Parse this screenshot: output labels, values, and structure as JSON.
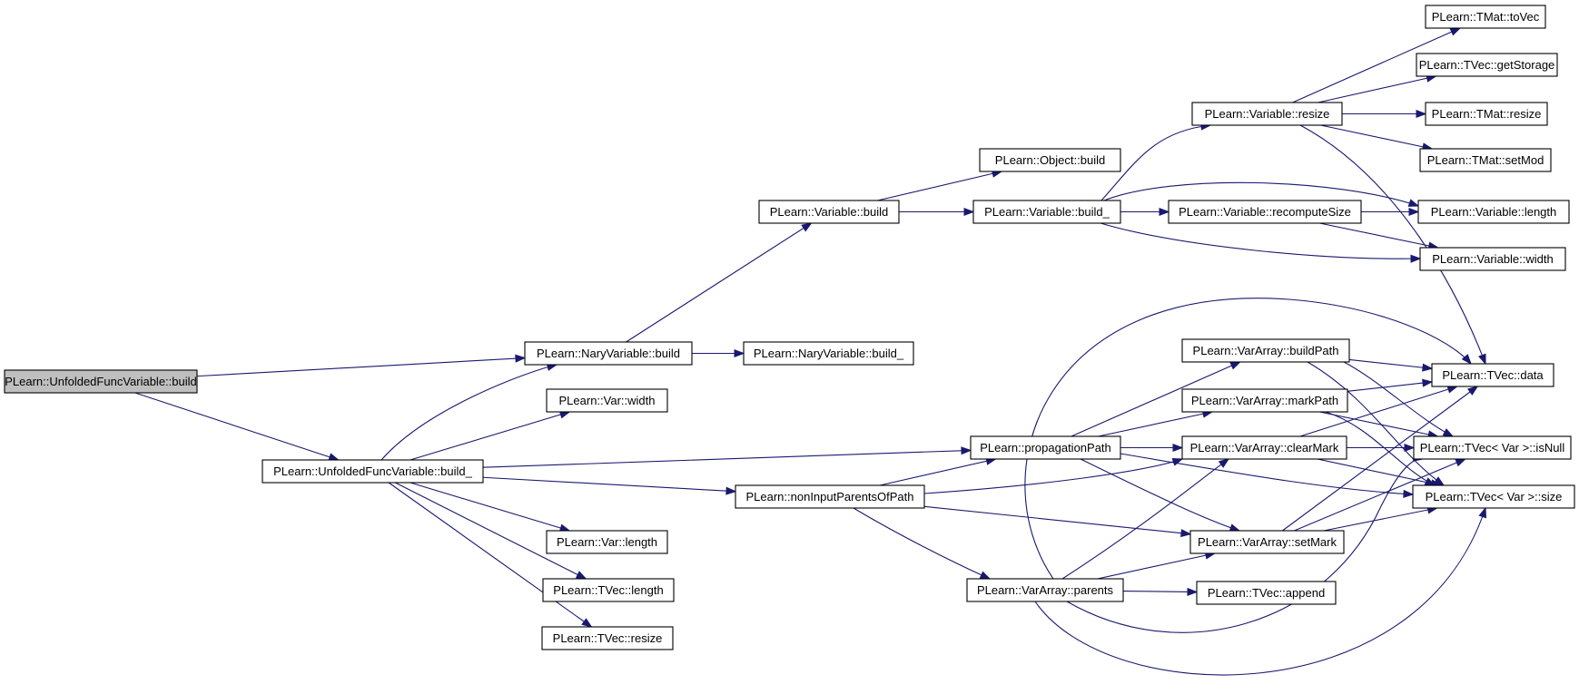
{
  "diagram": {
    "type": "call-graph",
    "colors": {
      "edge": "#191970",
      "node_border": "#000000",
      "node_fill": "#ffffff",
      "root_fill": "#bfbfbf"
    },
    "nodes": [
      {
        "id": "root",
        "label": "PLearn::UnfoldedFuncVariable::build",
        "root": true
      },
      {
        "id": "nary_build",
        "label": "PLearn::NaryVariable::build"
      },
      {
        "id": "ufv_build_",
        "label": "PLearn::UnfoldedFuncVariable::build_"
      },
      {
        "id": "var_build",
        "label": "PLearn::Variable::build"
      },
      {
        "id": "nary_build_",
        "label": "PLearn::NaryVariable::build_"
      },
      {
        "id": "object_build",
        "label": "PLearn::Object::build"
      },
      {
        "id": "variable_build_",
        "label": "PLearn::Variable::build_"
      },
      {
        "id": "variable_resize",
        "label": "PLearn::Variable::resize"
      },
      {
        "id": "recompute_size",
        "label": "PLearn::Variable::recomputeSize"
      },
      {
        "id": "tmat_tovec",
        "label": "PLearn::TMat::toVec"
      },
      {
        "id": "tvec_getstorage",
        "label": "PLearn::TVec::getStorage"
      },
      {
        "id": "tmat_resize",
        "label": "PLearn::TMat::resize"
      },
      {
        "id": "tmat_setmod",
        "label": "PLearn::TMat::setMod"
      },
      {
        "id": "variable_length",
        "label": "PLearn::Variable::length"
      },
      {
        "id": "variable_width",
        "label": "PLearn::Variable::width"
      },
      {
        "id": "var_width",
        "label": "PLearn::Var::width"
      },
      {
        "id": "var_length",
        "label": "PLearn::Var::length"
      },
      {
        "id": "tvec_length",
        "label": "PLearn::TVec::length"
      },
      {
        "id": "tvec_resize",
        "label": "PLearn::TVec::resize"
      },
      {
        "id": "prop_path",
        "label": "PLearn::propagationPath"
      },
      {
        "id": "non_input",
        "label": "PLearn::nonInputParentsOfPath"
      },
      {
        "id": "va_parents",
        "label": "PLearn::VarArray::parents"
      },
      {
        "id": "va_buildpath",
        "label": "PLearn::VarArray::buildPath"
      },
      {
        "id": "va_markpath",
        "label": "PLearn::VarArray::markPath"
      },
      {
        "id": "va_clearmark",
        "label": "PLearn::VarArray::clearMark"
      },
      {
        "id": "va_setmark",
        "label": "PLearn::VarArray::setMark"
      },
      {
        "id": "tvec_append",
        "label": "PLearn::TVec::append"
      },
      {
        "id": "tvec_data",
        "label": "PLearn::TVec::data"
      },
      {
        "id": "tvec_isnull",
        "label": "PLearn::TVec< Var >::isNull"
      },
      {
        "id": "tvec_size",
        "label": "PLearn::TVec< Var >::size"
      }
    ],
    "edges": [
      {
        "from": "root",
        "to": "nary_build"
      },
      {
        "from": "root",
        "to": "ufv_build_"
      },
      {
        "from": "nary_build",
        "to": "var_build"
      },
      {
        "from": "nary_build",
        "to": "nary_build_"
      },
      {
        "from": "var_build",
        "to": "object_build"
      },
      {
        "from": "var_build",
        "to": "variable_build_"
      },
      {
        "from": "variable_build_",
        "to": "variable_resize"
      },
      {
        "from": "variable_build_",
        "to": "recompute_size"
      },
      {
        "from": "variable_build_",
        "to": "variable_length"
      },
      {
        "from": "variable_build_",
        "to": "variable_width"
      },
      {
        "from": "variable_resize",
        "to": "tmat_tovec"
      },
      {
        "from": "variable_resize",
        "to": "tvec_getstorage"
      },
      {
        "from": "variable_resize",
        "to": "tmat_resize"
      },
      {
        "from": "variable_resize",
        "to": "tmat_setmod"
      },
      {
        "from": "variable_resize",
        "to": "tvec_data"
      },
      {
        "from": "recompute_size",
        "to": "variable_length"
      },
      {
        "from": "recompute_size",
        "to": "variable_width"
      },
      {
        "from": "ufv_build_",
        "to": "nary_build"
      },
      {
        "from": "ufv_build_",
        "to": "var_width"
      },
      {
        "from": "ufv_build_",
        "to": "var_length"
      },
      {
        "from": "ufv_build_",
        "to": "tvec_length"
      },
      {
        "from": "ufv_build_",
        "to": "tvec_resize"
      },
      {
        "from": "ufv_build_",
        "to": "prop_path"
      },
      {
        "from": "ufv_build_",
        "to": "non_input"
      },
      {
        "from": "non_input",
        "to": "prop_path"
      },
      {
        "from": "non_input",
        "to": "va_clearmark"
      },
      {
        "from": "non_input",
        "to": "va_setmark"
      },
      {
        "from": "non_input",
        "to": "va_parents"
      },
      {
        "from": "prop_path",
        "to": "va_buildpath"
      },
      {
        "from": "prop_path",
        "to": "va_markpath"
      },
      {
        "from": "prop_path",
        "to": "va_clearmark"
      },
      {
        "from": "prop_path",
        "to": "va_setmark"
      },
      {
        "from": "prop_path",
        "to": "tvec_size"
      },
      {
        "from": "va_parents",
        "to": "tvec_data"
      },
      {
        "from": "va_parents",
        "to": "va_clearmark"
      },
      {
        "from": "va_parents",
        "to": "va_setmark"
      },
      {
        "from": "va_parents",
        "to": "tvec_append"
      },
      {
        "from": "va_parents",
        "to": "tvec_isnull"
      },
      {
        "from": "va_parents",
        "to": "tvec_size"
      },
      {
        "from": "va_buildpath",
        "to": "tvec_data"
      },
      {
        "from": "va_buildpath",
        "to": "tvec_isnull"
      },
      {
        "from": "va_buildpath",
        "to": "tvec_size"
      },
      {
        "from": "va_markpath",
        "to": "tvec_data"
      },
      {
        "from": "va_markpath",
        "to": "tvec_isnull"
      },
      {
        "from": "va_markpath",
        "to": "tvec_size"
      },
      {
        "from": "va_clearmark",
        "to": "tvec_data"
      },
      {
        "from": "va_clearmark",
        "to": "tvec_isnull"
      },
      {
        "from": "va_clearmark",
        "to": "tvec_size"
      },
      {
        "from": "va_setmark",
        "to": "tvec_data"
      },
      {
        "from": "va_setmark",
        "to": "tvec_isnull"
      },
      {
        "from": "va_setmark",
        "to": "tvec_size"
      }
    ]
  }
}
